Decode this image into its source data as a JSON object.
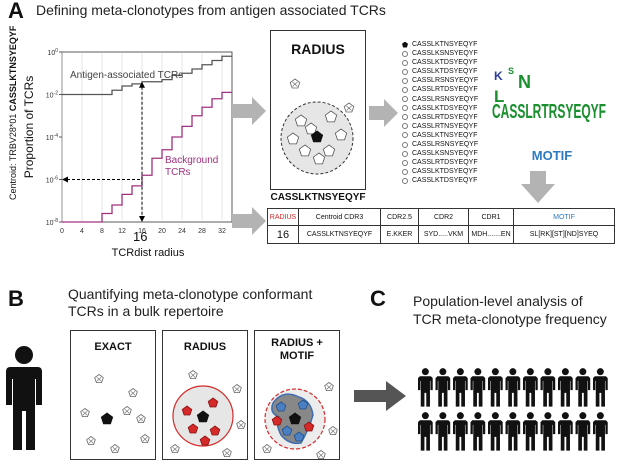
{
  "panel_a": {
    "letter": "A",
    "title": "Defining meta-clonotypes from antigen associated TCRs",
    "side_label_prefix": "Centroid: TRBV28*01 ",
    "side_label_seq": "CASSLKTNSYEQYF",
    "ylabel": "Proportion of TCRs",
    "xlabel": "TCRdist radius",
    "antigen_label": "Antigen-associated TCRs",
    "background_label_1": "Background",
    "background_label_2": "TCRs",
    "radius_marker": "16",
    "radius_box_title": "RADIUS",
    "centroid_seq": "CASSLKTNSYEQYF",
    "motif_label": "MOTIF",
    "logo_text": "CASSLRTRSYEQYF",
    "sequences": [
      "CASSLKTNSYEQYF",
      "CASSLKSNSYEQYF",
      "CASSLKTDSYEQYF",
      "CASSLKTDSYEQYF",
      "CASSLRSNSYEQYF",
      "CASSLRTDSYEQYF",
      "CASSLRSNSYEQYF",
      "CASSLKTDSYEQYF",
      "CASSLRTDSYEQYF",
      "CASSLRTNSYEQYF",
      "CASSLKTNSYEQYF",
      "CASSLRSNSYEQYF",
      "CASSLKSNSYEQYF",
      "CASSLRTDSYEQYF",
      "CASSLKTDSYEQYF",
      "CASSLKTDSYEQYF"
    ],
    "table": {
      "headers": [
        "RADIUS",
        "Centroid CDR3",
        "CDR2.5",
        "CDR2",
        "CDR1",
        "MOTIF"
      ],
      "values": [
        "16",
        "CASSLKTNSYEQYF",
        "E.KKER",
        "SYD.....VKM",
        "MDH.......EN",
        "SL[RK][ST][ND]SYEQ"
      ]
    }
  },
  "chart_data": {
    "type": "line",
    "title": "",
    "xlabel": "TCRdist radius",
    "ylabel": "Proportion of TCRs",
    "x_ticks": [
      "0",
      "4",
      "8",
      "12",
      "16",
      "20",
      "24",
      "28",
      "32"
    ],
    "y_ticks": [
      "10^0",
      "10^-2",
      "10^-4",
      "10^-6",
      "10^-8"
    ],
    "ylim_exp": [
      -8,
      0
    ],
    "xlim": [
      0,
      34
    ],
    "marker_x": 16,
    "series": [
      {
        "name": "Antigen-associated TCRs",
        "color": "#555555",
        "x": [
          0,
          8,
          10,
          12,
          14,
          16,
          20,
          22,
          24,
          26,
          28,
          30,
          32,
          34
        ],
        "y_exp": [
          -2,
          -2,
          -1.8,
          -1.6,
          -1.5,
          -1.4,
          -1.3,
          -1.1,
          -1.0,
          -0.8,
          -0.6,
          -0.4,
          -0.2,
          -0.2
        ]
      },
      {
        "name": "Background TCRs",
        "color": "#a0307f",
        "x": [
          0,
          4,
          8,
          10,
          12,
          14,
          16,
          18,
          20,
          22,
          24,
          26,
          28,
          30,
          32,
          34
        ],
        "y_exp": [
          -8,
          -8,
          -7.6,
          -7.2,
          -6.7,
          -6.3,
          -5.8,
          -5.0,
          -4.6,
          -4.0,
          -3.5,
          -3.0,
          -2.6,
          -2.2,
          -1.9,
          -1.9
        ]
      }
    ]
  },
  "panel_b": {
    "letter": "B",
    "title_line1": "Quantifying meta-clonotype conformant",
    "title_line2": "TCRs in a bulk repertoire",
    "box_exact": "EXACT",
    "box_radius": "RADIUS",
    "box_motif_line1": "RADIUS +",
    "box_motif_line2": "MOTIF"
  },
  "panel_c": {
    "letter": "C",
    "title_line1": "Population-level analysis of",
    "title_line2": "TCR meta-clonotype frequency"
  },
  "colors": {
    "magenta": "#a0307f",
    "arrow_gray": "#b3b3b3",
    "red": "#d42a2a",
    "blue": "#4a7fc1",
    "motif_blue": "#2c7ac0"
  }
}
